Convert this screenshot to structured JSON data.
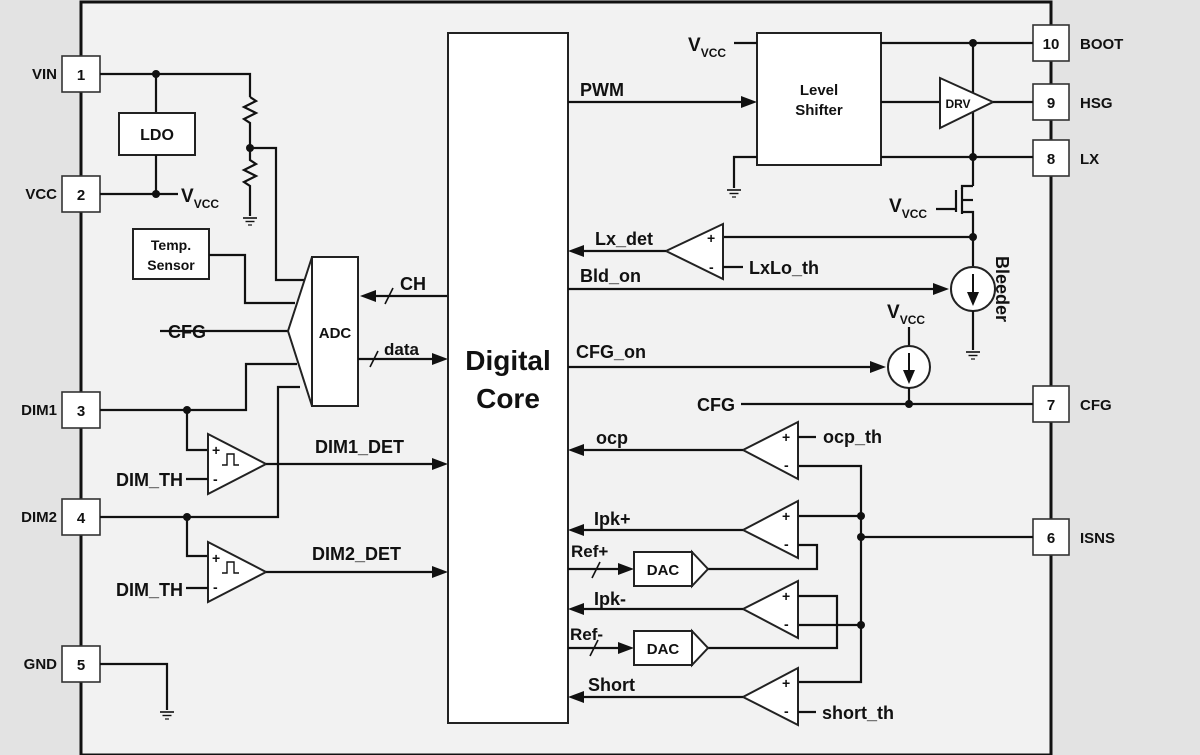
{
  "colors": {
    "outer_background": "#e3e3e3",
    "chip_background": "#f2f2f2",
    "block_fill": "#ffffff",
    "line": "#111111"
  },
  "pins": [
    {
      "number": "1",
      "name": "VIN"
    },
    {
      "number": "2",
      "name": "VCC"
    },
    {
      "number": "3",
      "name": "DIM1"
    },
    {
      "number": "4",
      "name": "DIM2"
    },
    {
      "number": "5",
      "name": "GND"
    },
    {
      "number": "10",
      "name": "BOOT"
    },
    {
      "number": "9",
      "name": "HSG"
    },
    {
      "number": "8",
      "name": "LX"
    },
    {
      "number": "7",
      "name": "CFG"
    },
    {
      "number": "6",
      "name": "ISNS"
    }
  ],
  "blocks": {
    "ldo": "LDO",
    "temp_sensor_line1": "Temp.",
    "temp_sensor_line2": "Sensor",
    "adc": "ADC",
    "digital_core_line1": "Digital",
    "digital_core_line2": "Core",
    "level_shifter_line1": "Level",
    "level_shifter_line2": "Shifter",
    "drv": "DRV",
    "dac_plus": "DAC",
    "dac_minus": "DAC",
    "bleeder": "Bleeder"
  },
  "signals": {
    "vvcc_main": "V",
    "vvcc_sub": "VCC",
    "adc_cfg_input": "CFG",
    "ch": "CH",
    "data": "data",
    "dim_th_1": "DIM_TH",
    "dim_th_2": "DIM_TH",
    "dim1_det": "DIM1_DET",
    "dim2_det": "DIM2_DET",
    "pwm": "PWM",
    "lx_det": "Lx_det",
    "lxlo_th": "LxLo_th",
    "bld_on": "Bld_on",
    "cfg_on": "CFG_on",
    "cfg_line": "CFG",
    "ocp": "ocp",
    "ocp_th": "ocp_th",
    "ipk_plus": "Ipk+",
    "ref_plus": "Ref+",
    "ipk_minus": "Ipk-",
    "ref_minus": "Ref-",
    "short": "Short",
    "short_th": "short_th"
  },
  "symbols": {
    "plus": "+",
    "minus": "-"
  }
}
